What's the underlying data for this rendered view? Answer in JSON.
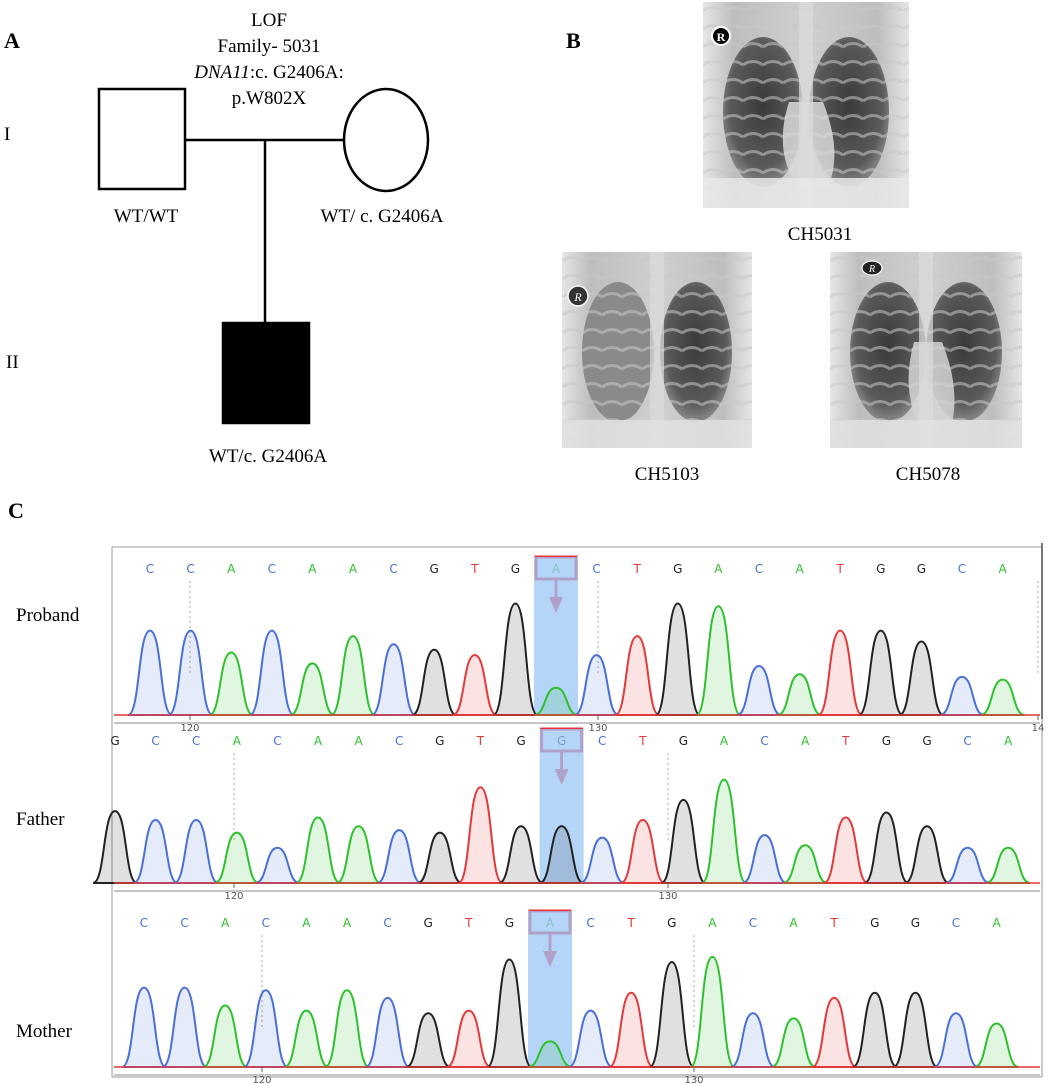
{
  "panels": {
    "a": "A",
    "b": "B",
    "c": "C"
  },
  "pedigree": {
    "title_line1": "LOF",
    "title_line2": "Family- 5031",
    "title_gene": "DNA11",
    "title_line3_rest": ":c. G2406A:",
    "title_line4": "p.W802X",
    "gen_i": "I",
    "gen_ii": "II",
    "father_genotype": "WT/WT",
    "mother_genotype": "WT/ c. G2406A",
    "proband_genotype": "WT/c. G2406A"
  },
  "xrays": {
    "top_label": "CH5031",
    "left_label": "CH5103",
    "right_label": "CH5078",
    "marker": "R"
  },
  "traces": {
    "colors": {
      "C": "#4a6fd8",
      "A": "#2ec12e",
      "G": "#222222",
      "T": "#e23a3a"
    },
    "rows": [
      {
        "label": "Proband",
        "bases": [
          "C",
          "C",
          "A",
          "C",
          "A",
          "A",
          "C",
          "G",
          "T",
          "G",
          "A",
          "C",
          "T",
          "G",
          "A",
          "C",
          "A",
          "T",
          "G",
          "G",
          "C",
          "A"
        ],
        "highlight_index": 10,
        "ticks": [
          "120",
          "130",
          "14"
        ]
      },
      {
        "label": "Father",
        "bases": [
          "G",
          "C",
          "C",
          "A",
          "C",
          "A",
          "A",
          "C",
          "G",
          "T",
          "G",
          "G",
          "C",
          "T",
          "G",
          "A",
          "C",
          "A",
          "T",
          "G",
          "G",
          "C",
          "A"
        ],
        "highlight_index": 11,
        "ticks": [
          "120",
          "130"
        ]
      },
      {
        "label": "Mother",
        "bases": [
          "C",
          "C",
          "A",
          "C",
          "A",
          "A",
          "C",
          "G",
          "T",
          "G",
          "A",
          "C",
          "T",
          "G",
          "A",
          "C",
          "A",
          "T",
          "G",
          "G",
          "C",
          "A"
        ],
        "highlight_index": 10,
        "ticks": [
          "120",
          "130"
        ]
      }
    ]
  }
}
